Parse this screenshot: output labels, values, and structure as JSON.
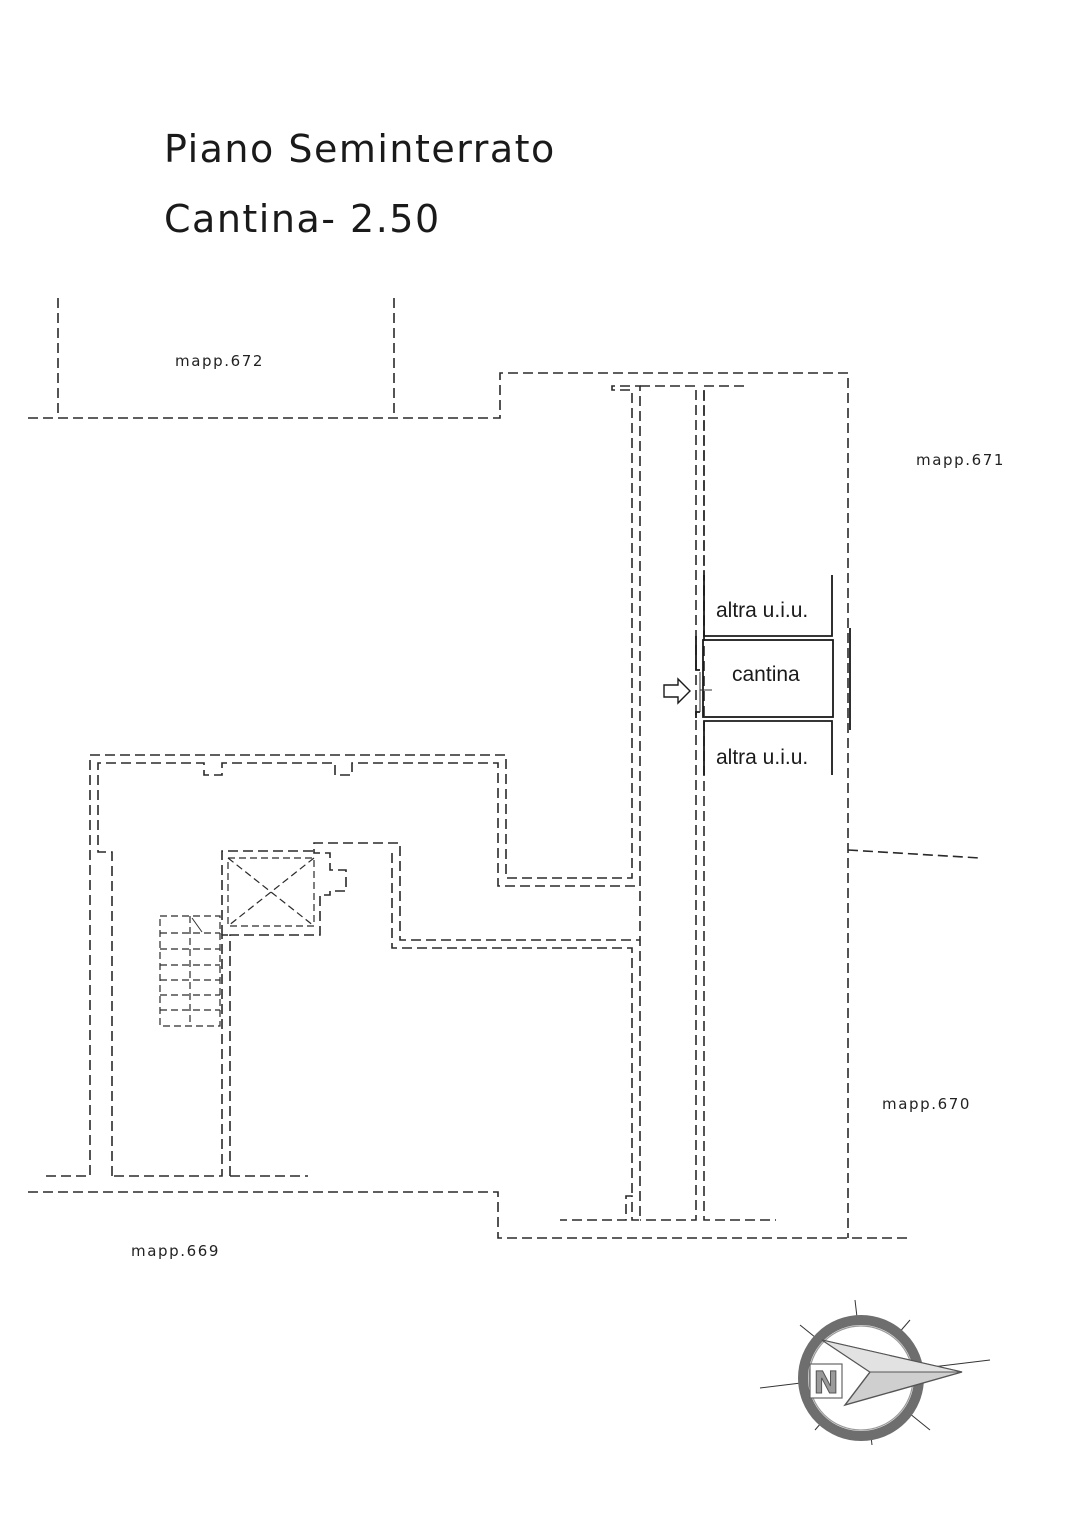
{
  "header": {
    "title": "Piano Seminterrato",
    "subtitle": "Cantina- 2.50"
  },
  "parcels": {
    "p672": "mapp.672",
    "p671": "mapp.671",
    "p670": "mapp.670",
    "p669": "mapp.669"
  },
  "rooms": {
    "upper": "altra u.i.u.",
    "cellar": "cantina",
    "lower": "altra u.i.u."
  },
  "compass": {
    "letter": "N"
  },
  "colors": {
    "lines": "#2a2a2a",
    "compass_ring": "#6e6e6e",
    "compass_arrow": "#c4c4c4"
  }
}
